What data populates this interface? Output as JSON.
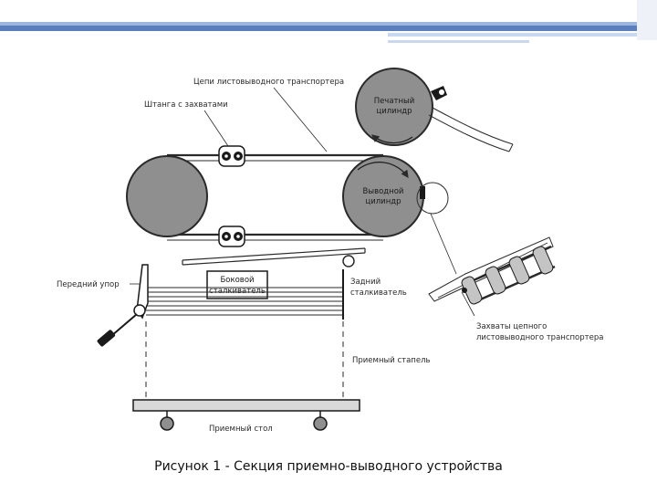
{
  "colors": {
    "header_band_dark": "#5b7fbc",
    "header_band_light": "#9db6dd",
    "header_accent": "#c9d8ee",
    "drum_fill": "#8f8f8f",
    "line": "#2a2a2a"
  },
  "diagram": {
    "labels": {
      "chain": "Цепи листовыводного транспортера",
      "bar_grippers": "Штанга с захватами",
      "print_cylinder_1": "Печатный",
      "print_cylinder_2": "цилиндр",
      "output_cylinder_1": "Выводной",
      "output_cylinder_2": "цилиндр",
      "front_stop": "Передний упор",
      "side_jogger_1": "Боковой",
      "side_jogger_2": "сталкиватель",
      "rear_jogger_1": "Задний",
      "rear_jogger_2": "сталкиватель",
      "chain_grippers_1": "Захваты цепного",
      "chain_grippers_2": "листовыводного транспортера",
      "delivery_pile": "Приемный стапель",
      "delivery_table": "Приемный стол"
    }
  },
  "caption": "Рисунок 1 - Секция приемно-выводного устройства"
}
